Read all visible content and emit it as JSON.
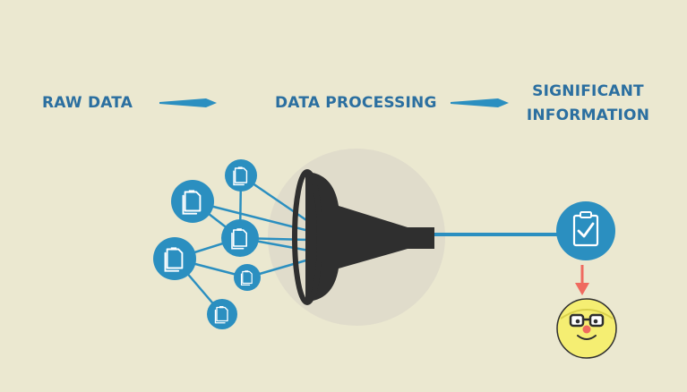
{
  "stages": {
    "raw": "RAW DATA",
    "processing": "DATA PROCESSING",
    "significant_line1": "SIGNIFICANT",
    "significant_line2": "INFORMATION"
  },
  "colors": {
    "background": "#ebe8d0",
    "accent_blue": "#2b8fc0",
    "label_blue": "#2b6fa0",
    "funnel": "#2f2f2f",
    "highlight_circle": "#e0dccb",
    "down_arrow": "#ef6a5f",
    "smiley_fill": "#f5ee72"
  },
  "icons": {
    "document": "document-icon",
    "clipboard_check": "clipboard-check-icon",
    "funnel": "funnel-icon",
    "smiley": "nerd-smiley-icon"
  }
}
